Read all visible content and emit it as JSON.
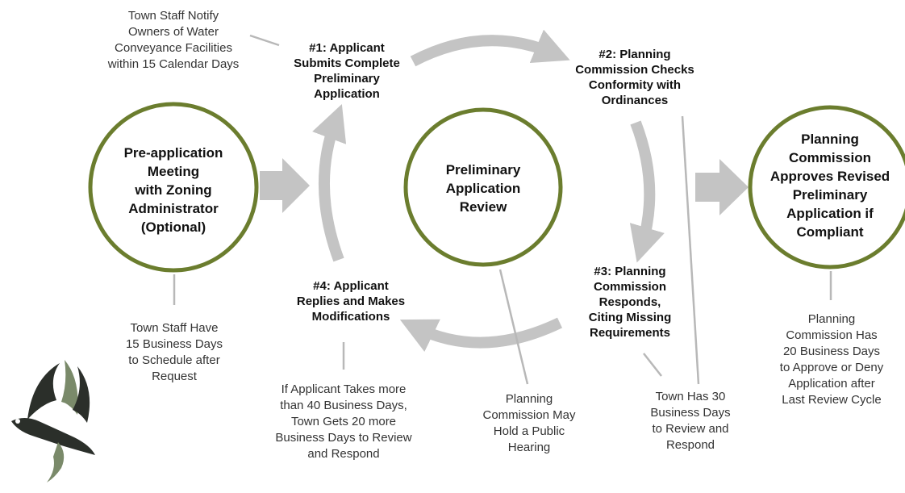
{
  "circles": {
    "pre_application": "Pre-application\nMeeting\nwith Zoning\nAdministrator\n(Optional)",
    "preliminary_review": "Preliminary\nApplication\nReview",
    "approval": "Planning\nCommission\nApproves Revised\nPreliminary\nApplication if\nCompliant"
  },
  "steps": {
    "step1": "#1: Applicant\nSubmits Complete\nPreliminary\nApplication",
    "step2": "#2: Planning\nCommission Checks\nConformity with\nOrdinances",
    "step3": "#3: Planning\nCommission\nResponds,\nCiting Missing\nRequirements",
    "step4": "#4: Applicant\nReplies and Makes\nModifications"
  },
  "notes": {
    "notify": "Town Staff Notify\nOwners of Water\nConveyance Facilities\nwithin 15 Calendar Days",
    "schedule": "Town Staff Have\n15 Business Days\nto Schedule after\nRequest",
    "over_40_days": "If Applicant Takes more\nthan 40 Business Days,\nTown Gets 20 more\nBusiness Days to Review\nand Respond",
    "public_hearing": "Planning\nCommission May\nHold a Public\nHearing",
    "thirty_days": "Town Has 30\nBusiness Days\nto Review and\nRespond",
    "twenty_days": "Planning\nCommission Has\n20 Business Days\nto Approve or Deny\nApplication after\nLast Review Cycle"
  },
  "colors": {
    "circle_stroke": "#6b7d2e",
    "arrow": "#c4c4c4",
    "connector": "#b8b8b8",
    "bird_dark": "#2b2f2a",
    "bird_mid": "#7a8a6a"
  },
  "icons": {
    "logo": "osprey-bird-logo"
  }
}
